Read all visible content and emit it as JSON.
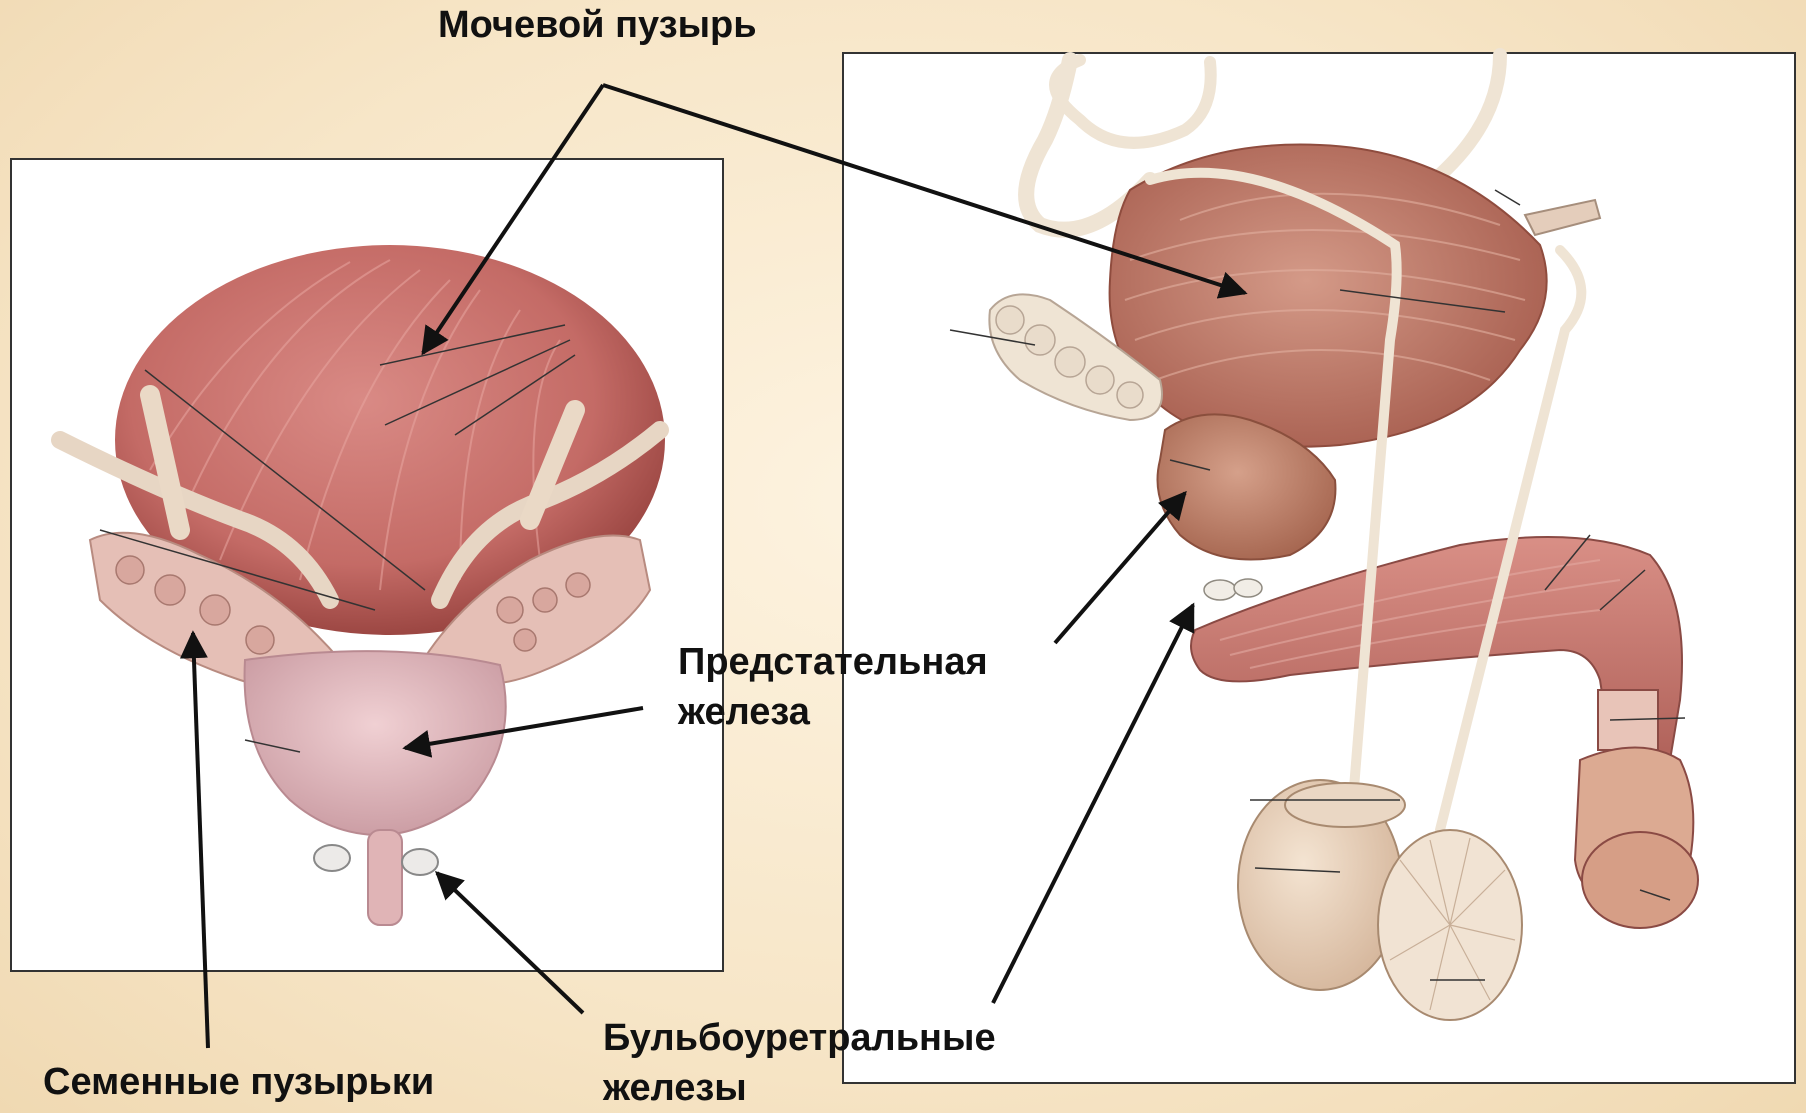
{
  "labels": {
    "bladder": "Мочевой пузырь",
    "prostate_line1": "Предстательная",
    "prostate_line2": "железа",
    "bulbourethral_line1": "Бульбоуретральные",
    "bulbourethral_line2": "железы",
    "seminal_vesicles": "Семенные пузырьки"
  },
  "colors": {
    "muscle": "#c9706c",
    "muscle_dark": "#a44f4b",
    "prostate_left": "#e4b7bd",
    "prostate_right": "#c0826e",
    "duct": "#efe2cf",
    "gland": "#e8c8c0",
    "testis": "#e9d4bf",
    "penis": "#e2b7a0"
  }
}
